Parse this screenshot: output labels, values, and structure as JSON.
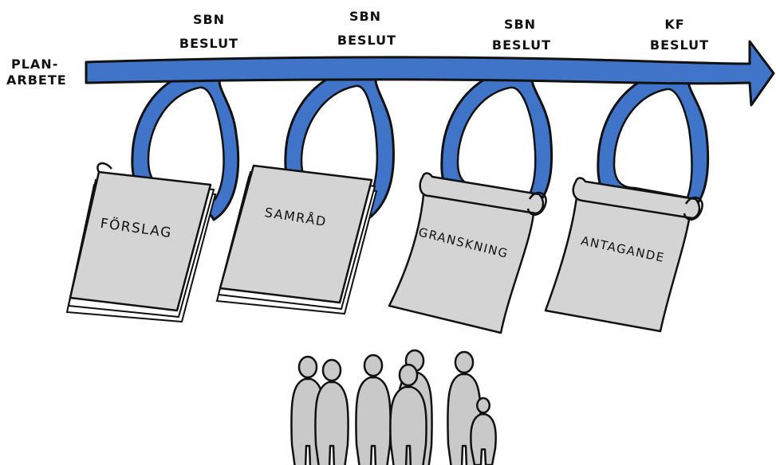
{
  "start_label": {
    "line1": "PLAN-",
    "line2": "ARBETE"
  },
  "decisions": [
    {
      "line1": "SBN",
      "line2": "BESLUT"
    },
    {
      "line1": "SBN",
      "line2": "BESLUT"
    },
    {
      "line1": "SBN",
      "line2": "BESLUT"
    },
    {
      "line1": "KF",
      "line2": "BESLUT"
    }
  ],
  "documents": [
    {
      "label": "FÖRSLAG",
      "kind": "paper-stack"
    },
    {
      "label": "SAMRÅD",
      "kind": "paper-stack"
    },
    {
      "label": "GRANSKNING",
      "kind": "scroll"
    },
    {
      "label": "ANTAGANDE",
      "kind": "scroll"
    }
  ],
  "colors": {
    "arrow": "#3f74c9",
    "outline": "#111111",
    "paper": "#d4d4d4",
    "people": "#c9c9c9"
  },
  "people_icon": "group-of-people-icon"
}
